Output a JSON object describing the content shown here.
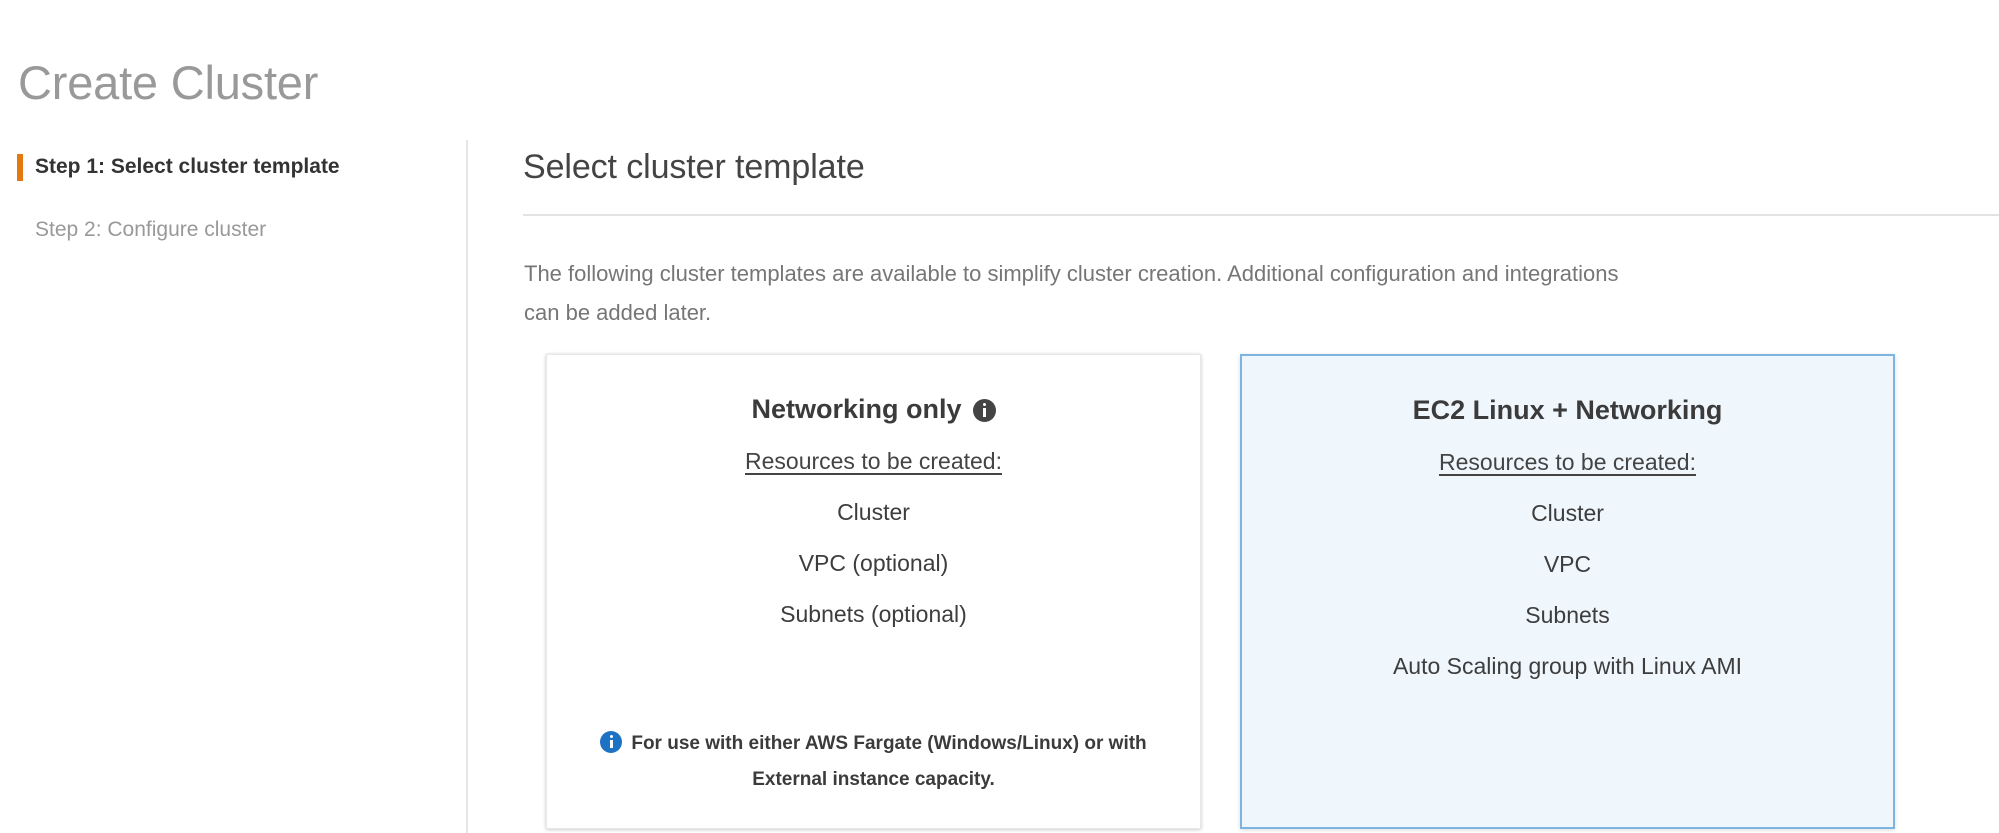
{
  "page": {
    "title": "Create Cluster"
  },
  "sidebar": {
    "steps": [
      {
        "label": "Step 1: Select cluster template",
        "state": "active"
      },
      {
        "label": "Step 2: Configure cluster",
        "state": "inactive"
      }
    ],
    "active_accent_color": "#e47911"
  },
  "main": {
    "section_title": "Select cluster template",
    "intro": "The following cluster templates are available to simplify cluster creation. Additional configuration and integrations can be added later.",
    "cards": [
      {
        "title": "Networking only",
        "title_icon": "info-icon",
        "selected": false,
        "resources_label": "Resources to be created:",
        "resources": [
          "Cluster",
          "VPC (optional)",
          "Subnets (optional)"
        ],
        "note_icon": "info-icon",
        "note": "For use with either AWS Fargate (Windows/Linux) or with External instance capacity.",
        "background_color": "#ffffff",
        "border_color": "#e8e8e8"
      },
      {
        "title": "EC2 Linux + Networking",
        "title_icon": null,
        "selected": true,
        "resources_label": "Resources to be created:",
        "resources": [
          "Cluster",
          "VPC",
          "Subnets",
          "Auto Scaling group with Linux AMI"
        ],
        "note_icon": null,
        "note": null,
        "background_color": "#eff6fc",
        "border_color": "#7eb4e2"
      }
    ]
  }
}
